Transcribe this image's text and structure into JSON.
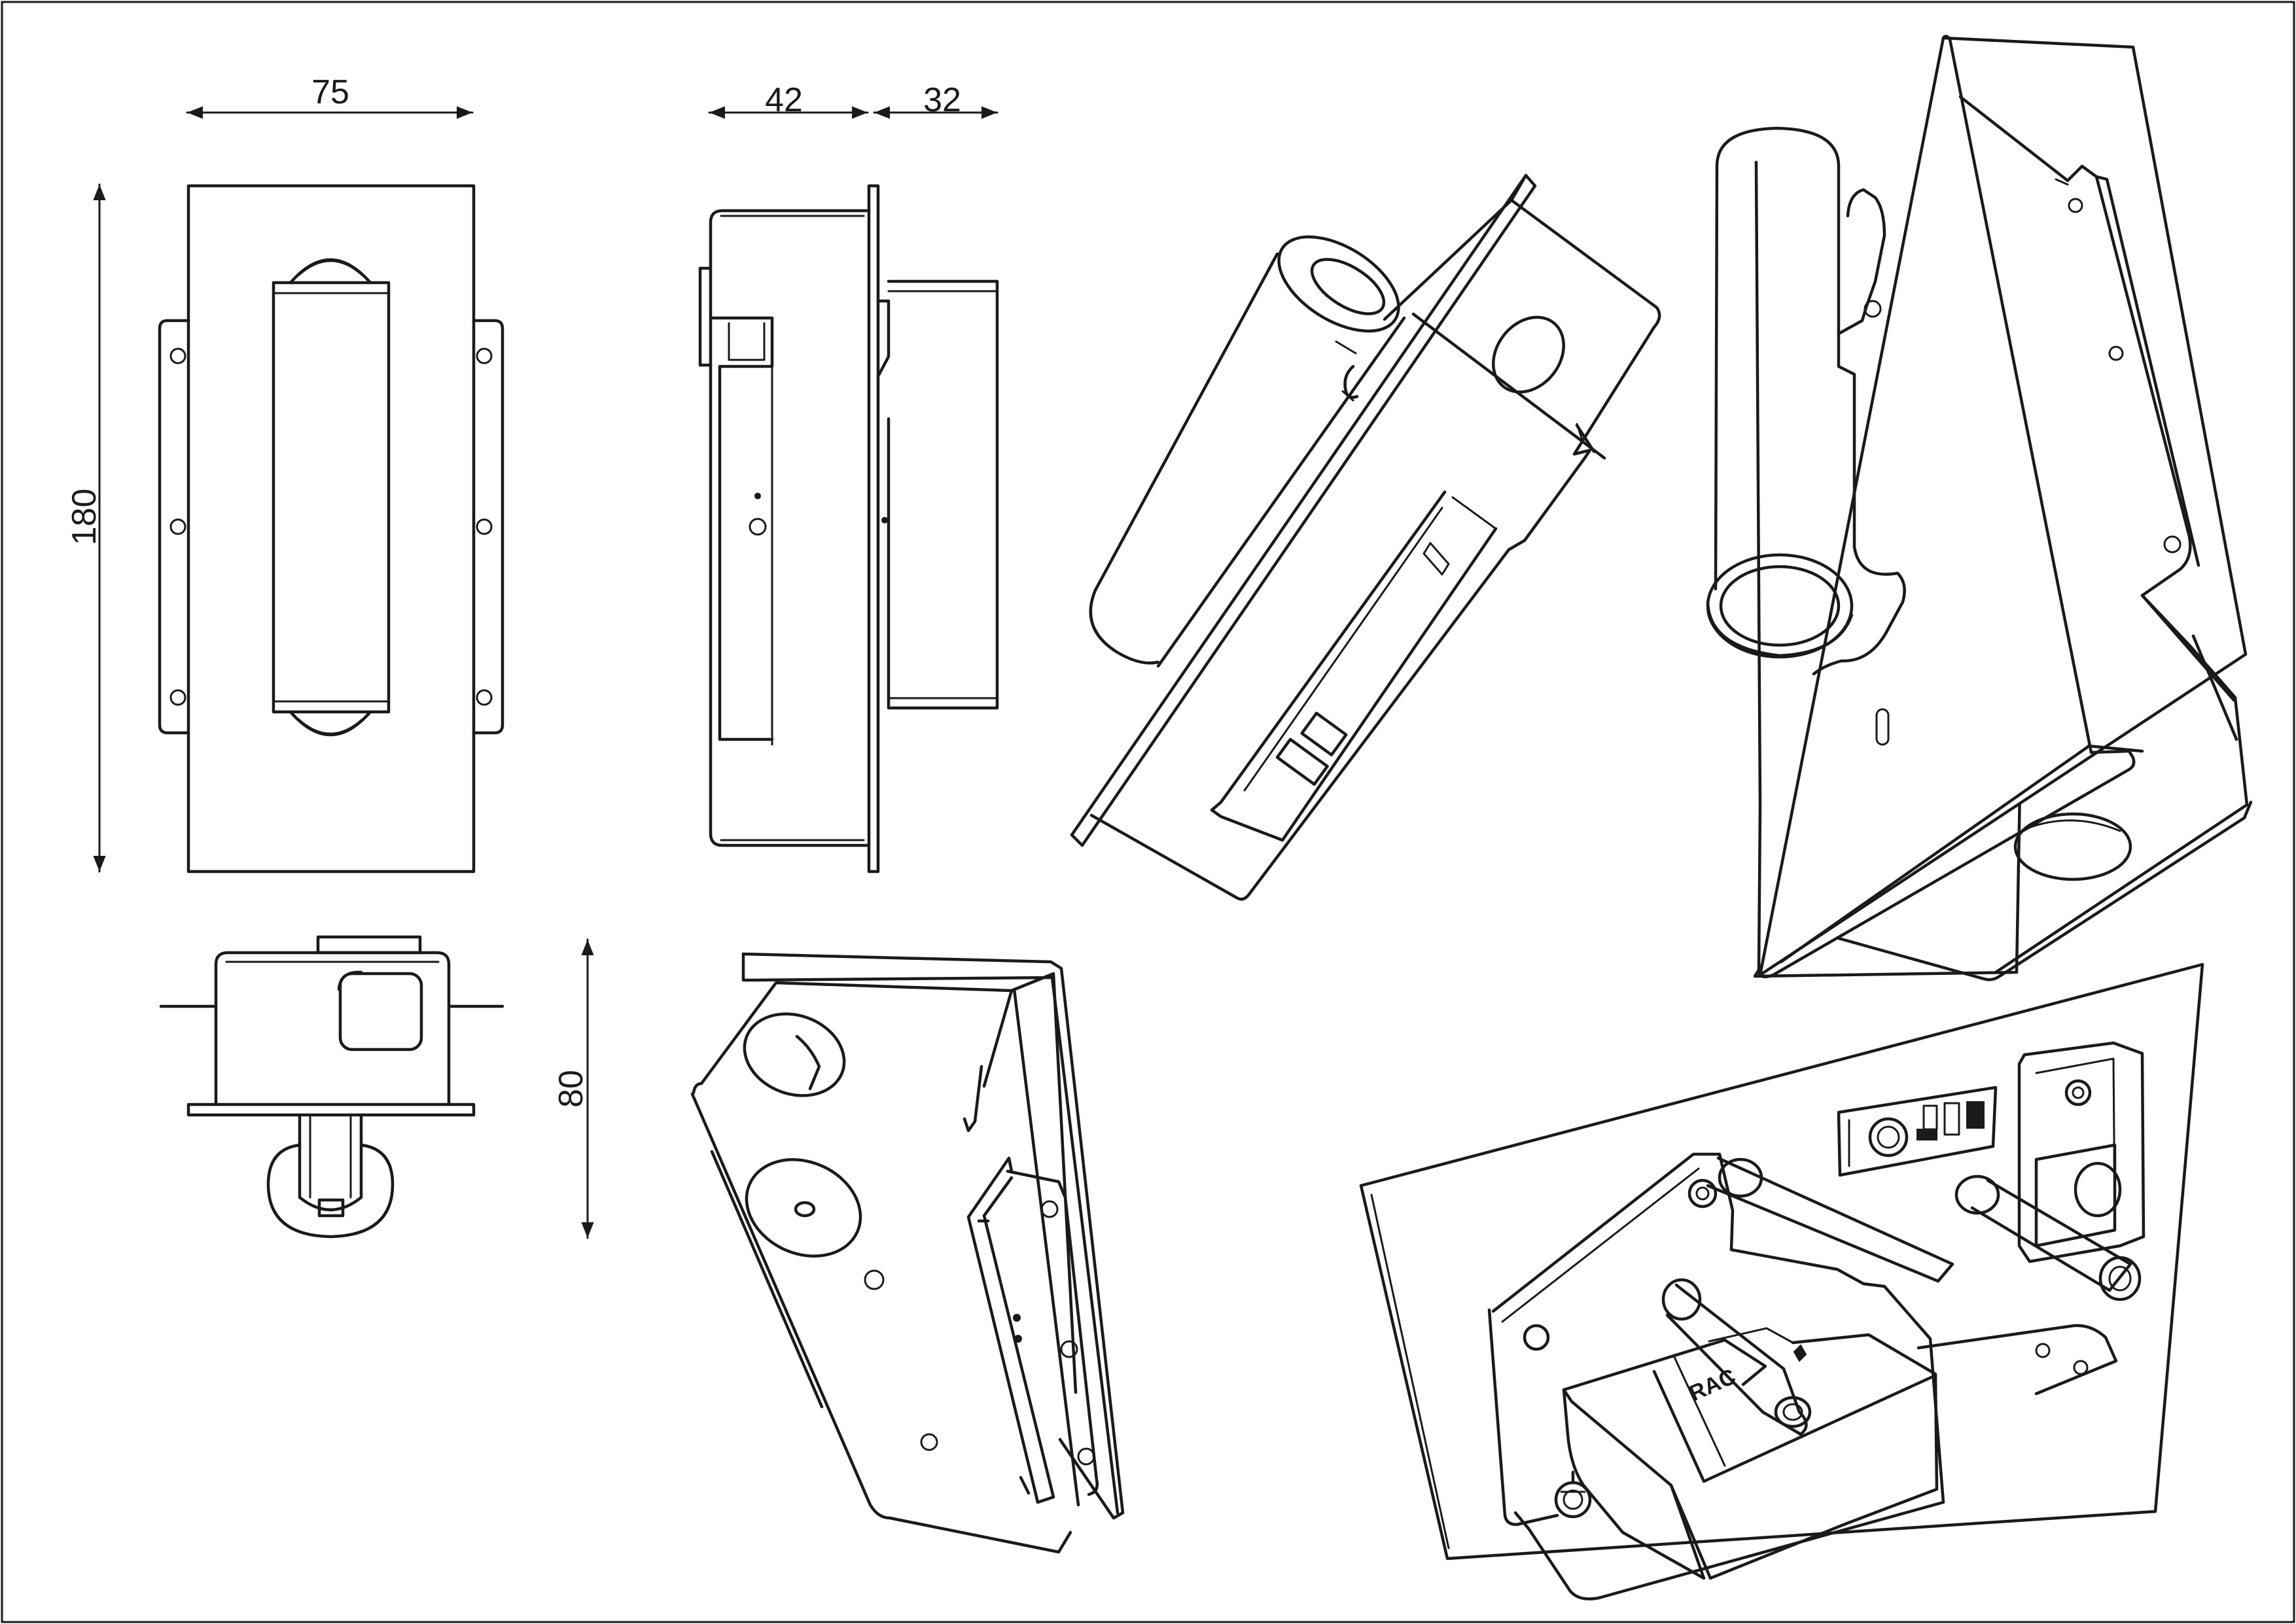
{
  "drawing": {
    "dimensions": {
      "width": "75",
      "depth_back": "42",
      "depth_front": "32",
      "height": "180",
      "projection": "80"
    },
    "brand_mark": "RAC"
  }
}
